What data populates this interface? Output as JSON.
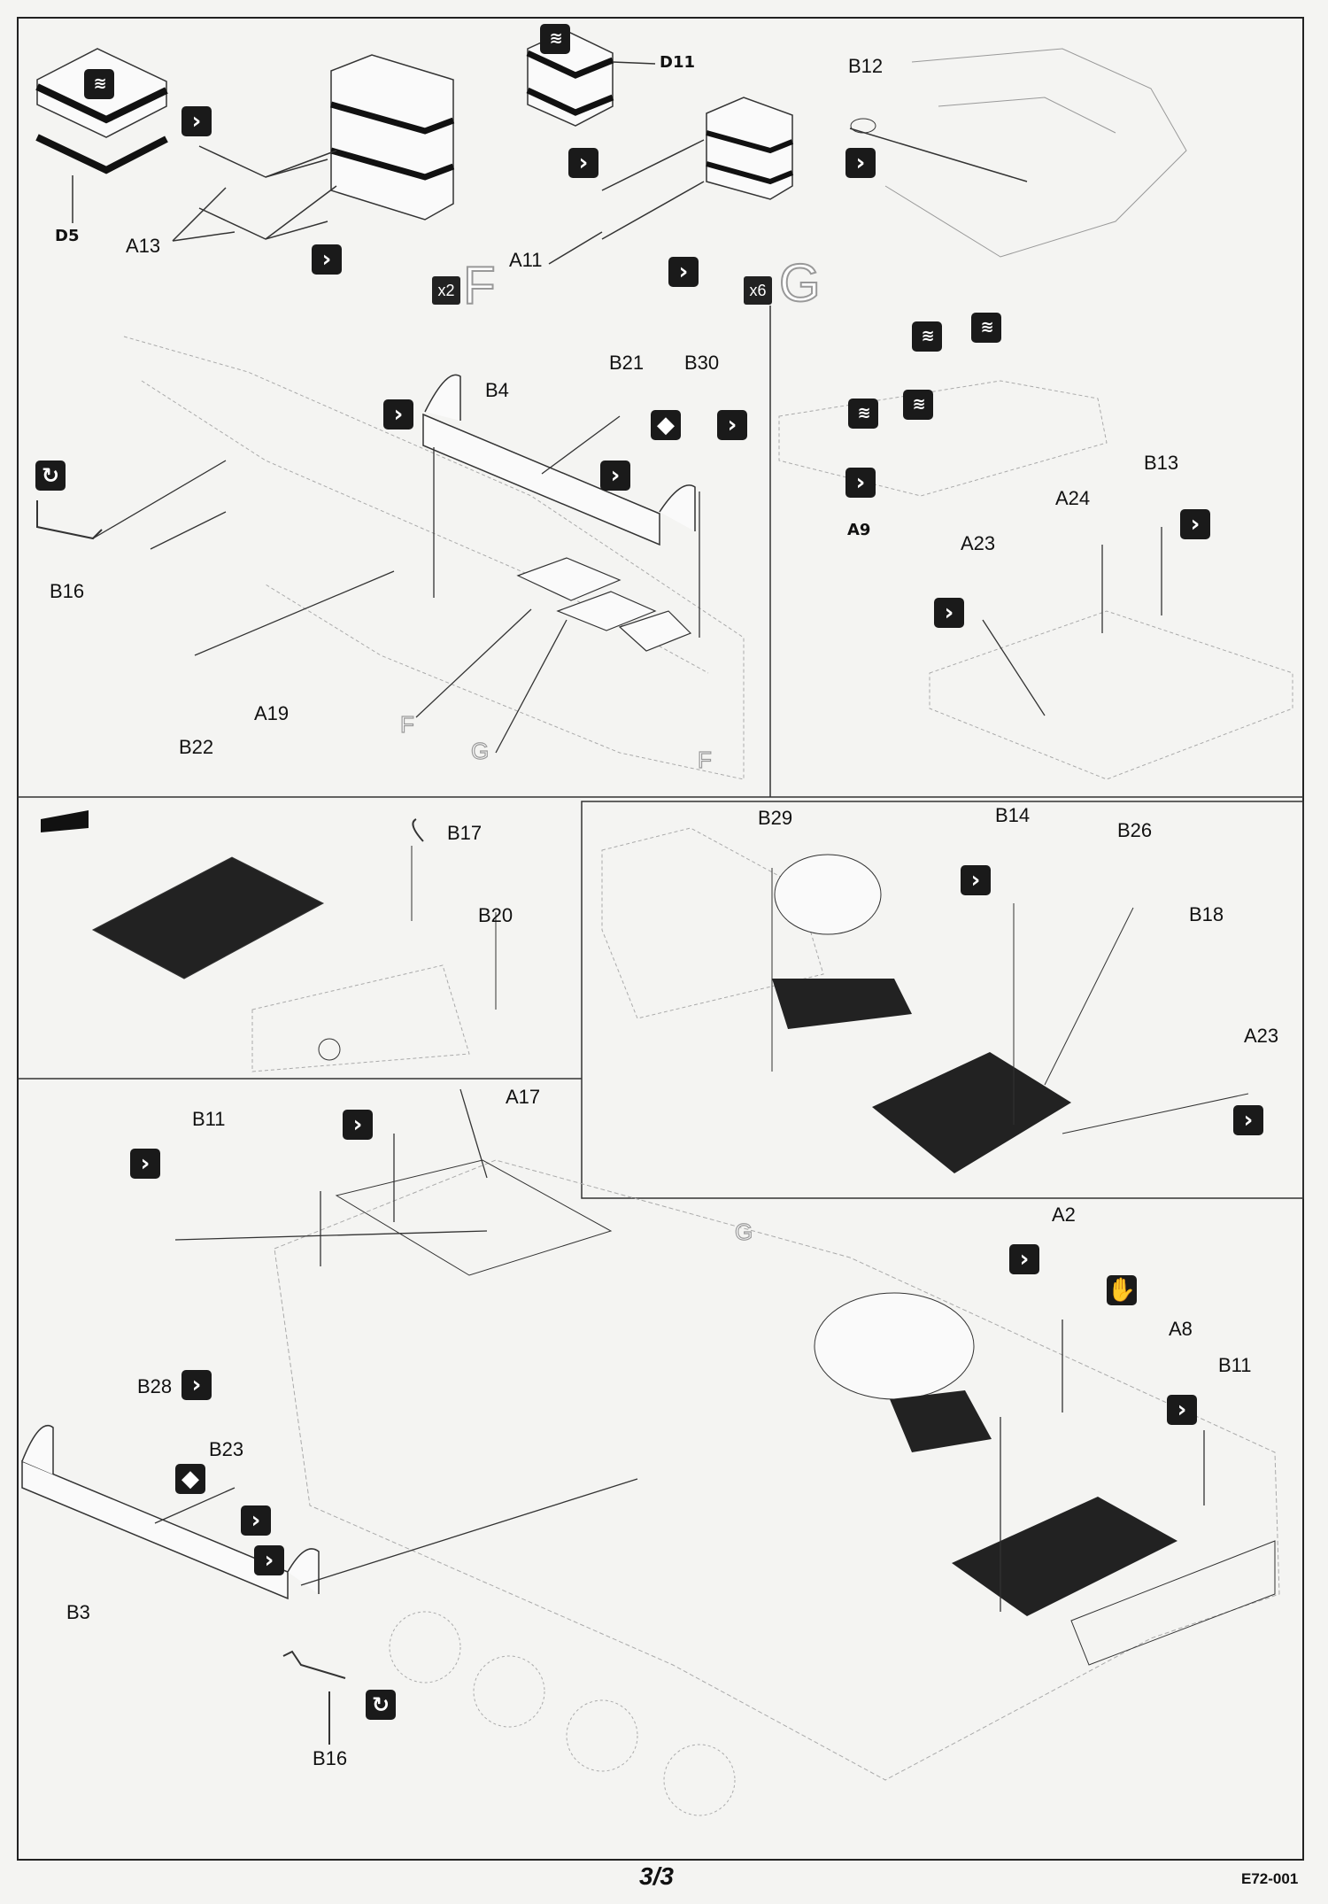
{
  "page": {
    "number": "3/3",
    "code": "E72-001"
  },
  "subassemblies": {
    "F": {
      "count": "x2",
      "letter": "F"
    },
    "G": {
      "count": "x6",
      "letter": "G"
    }
  },
  "ghost_labels": {
    "f1": "F",
    "f2": "F",
    "g1": "G",
    "g2": "G"
  },
  "parts": {
    "D5": "D5",
    "D11": "D11",
    "A13": "A13",
    "A11": "A11",
    "B12": "B12",
    "B4": "B4",
    "B21": "B21",
    "B30": "B30",
    "B16_top": "B16",
    "A19": "A19",
    "B22": "B22",
    "A9": "A9",
    "B13": "B13",
    "A24": "A24",
    "A23_top": "A23",
    "B17": "B17",
    "B20": "B20",
    "B29": "B29",
    "B14": "B14",
    "B26": "B26",
    "B18": "B18",
    "A23_mid": "A23",
    "A17": "A17",
    "B11_left": "B11",
    "B11_right": "B11",
    "A2": "A2",
    "A8": "A8",
    "B28": "B28",
    "B23": "B23",
    "B3": "B3",
    "B16_bottom": "B16"
  },
  "icons": {
    "fold": "fold-arrow-icon",
    "bend_round": "bend-round-icon",
    "glue": "glue-icon",
    "flip": "flip-both-sides-icon",
    "hand": "hand-hold-icon"
  },
  "glyphs": {
    "fold": "›",
    "bend_round": "↻",
    "glue": "≋",
    "flip": "◆",
    "hand": "✋"
  },
  "colors": {
    "ink": "#111111",
    "paper": "#f4f4f2",
    "panel": "#222222"
  }
}
